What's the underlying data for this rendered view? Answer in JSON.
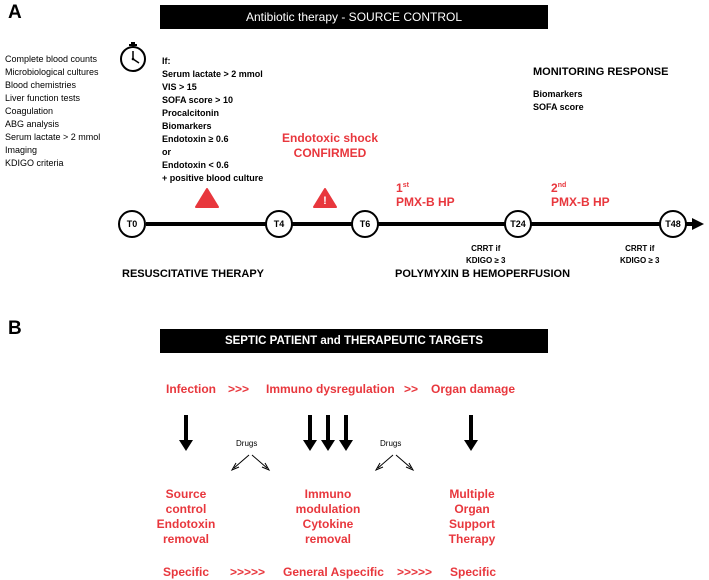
{
  "panel_a": {
    "letter": "A",
    "banner": "Antibiotic therapy  -  SOURCE CONTROL",
    "workup_list": [
      "Complete blood counts",
      "Microbiological cultures",
      "Blood chemistries",
      "Liver function tests",
      "Coagulation",
      "ABG analysis",
      "Serum lactate > 2 mmol",
      "Imaging",
      "KDIGO criteria"
    ],
    "criteria_list": [
      "If:",
      "Serum lactate > 2 mmol",
      "VIS > 15",
      "SOFA score > 10",
      "Procalcitonin",
      "Biomarkers",
      "Endotoxin ≥ 0.6",
      "or",
      "Endotoxin < 0.6",
      "+ positive blood culture"
    ],
    "shock_line1": "Endotoxic shock",
    "shock_line2": "CONFIRMED",
    "monitoring_title": "MONITORING RESPONSE",
    "monitoring_items": [
      "Biomarkers",
      "SOFA score"
    ],
    "pmx1_num": "1",
    "pmx1_sup": "st",
    "pmx1_label": "PMX-B HP",
    "pmx2_num": "2",
    "pmx2_sup": "nd",
    "pmx2_label": "PMX-B HP",
    "timepoints": [
      "T0",
      "T4",
      "T6",
      "T24",
      "T48"
    ],
    "crrt1_line1": "CRRT if",
    "crrt1_line2": "KDIGO ≥ 3",
    "crrt2_line1": "CRRT if",
    "crrt2_line2": "KDIGO ≥ 3",
    "phase1": "RESUSCITATIVE THERAPY",
    "phase2": "POLYMYXIN B HEMOPERFUSION",
    "warning_mark": "!",
    "accent_color": "#e8373d"
  },
  "panel_b": {
    "letter": "B",
    "banner": "SEPTIC PATIENT and THERAPEUTIC TARGETS",
    "infection": "Infection",
    "sep1": ">>>",
    "immuno": "Immuno dysregulation",
    "sep2": ">>",
    "organ": "Organ damage",
    "drugs1": "Drugs",
    "drugs2": "Drugs",
    "col1": [
      "Source",
      "control",
      "Endotoxin",
      "removal"
    ],
    "col2": [
      "Immuno",
      "modulation",
      "Cytokine",
      "removal"
    ],
    "col3": [
      "Multiple",
      "Organ",
      "Support",
      "Therapy"
    ],
    "specific1": "Specific",
    "sep3": ">>>>>",
    "general": "General Aspecific",
    "sep4": ">>>>>",
    "specific2": "Specific"
  }
}
